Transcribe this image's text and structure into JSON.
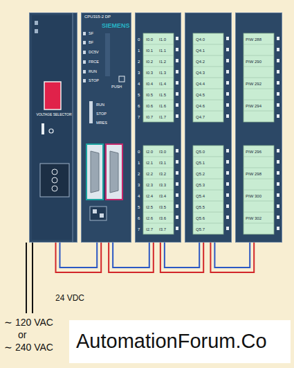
{
  "diagram": {
    "nodes": [
      {
        "text": [
          "VOLTAGE SELECTOR"
        ]
      },
      {
        "text": [
          "CPU315-2 DP",
          "SIEMENS",
          "SF",
          "BF",
          "DC5V",
          "FRCE",
          "RUN",
          "STOP",
          "PUSH",
          "RUN",
          "STOP",
          "MRES"
        ]
      },
      {
        "text": [
          "0",
          "I0.0",
          "I1.0",
          "1",
          "I0.1",
          "I1.1",
          "2",
          "I0.2",
          "I1.2",
          "3",
          "I0.3",
          "I1.3",
          "4",
          "I0.4",
          "I1.4",
          "5",
          "I0.5",
          "I1.5",
          "6",
          "I0.6",
          "I1.6",
          "7",
          "I0.7",
          "I1.7",
          "0",
          "I2.0",
          "I3.0",
          "1",
          "I2.1",
          "I3.1",
          "2",
          "I2.2",
          "I3.2",
          "3",
          "I2.3",
          "I3.3",
          "4",
          "I2.4",
          "I3.4",
          "5",
          "I2.5",
          "I3.5",
          "6",
          "I2.6",
          "I3.6",
          "7",
          "I2.7",
          "I3.7"
        ]
      },
      {
        "text": [
          "Q4.0",
          "Q4.1",
          "Q4.2",
          "Q4.3",
          "Q4.4",
          "Q4.5",
          "Q4.6",
          "Q4.7",
          "Q5.0",
          "Q5.1",
          "Q5.2",
          "Q5.3",
          "Q5.4",
          "Q5.5",
          "Q5.6",
          "Q5.7"
        ]
      },
      {
        "text": [
          "PIW 288",
          "PIW 290",
          "PIW 292",
          "PIW 294",
          "PIW 296",
          "PIW 298",
          "PIW 300",
          "PIW 302"
        ]
      },
      {
        "text": [
          "AutomationForum.Co"
        ]
      }
    ],
    "edges": [
      {
        "from": 0,
        "to": 1,
        "arrow": "none"
      },
      {
        "from": 1,
        "to": 2,
        "arrow": "none"
      },
      {
        "from": 2,
        "to": 3,
        "arrow": "none"
      },
      {
        "from": 3,
        "to": 4,
        "arrow": "none"
      }
    ],
    "labels": [
      "∼ 120 VAC",
      "or",
      "∼ 240 VAC",
      "24 VDC"
    ]
  }
}
